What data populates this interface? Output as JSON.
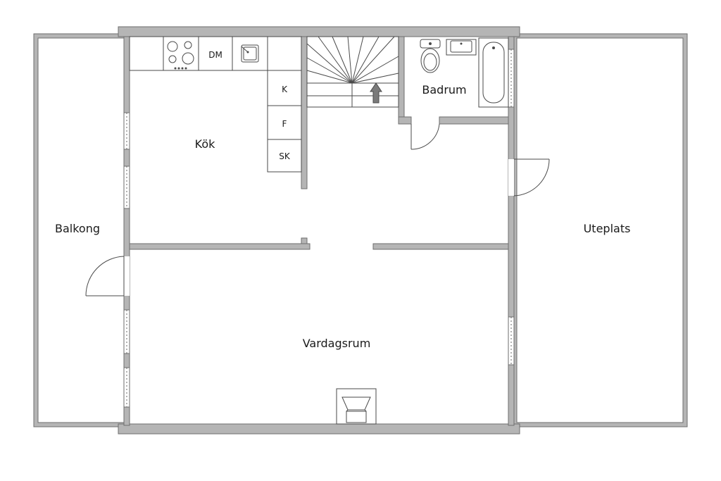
{
  "colors": {
    "wall_fill": "#b5b5b5",
    "wall_stroke": "#6e6e6e",
    "line": "#4a4a4a",
    "background": "#ffffff",
    "arrow": "#7a7a7a"
  },
  "rooms": {
    "kitchen": "Kök",
    "bathroom": "Badrum",
    "balcony": "Balkong",
    "patio": "Uteplats",
    "living_room": "Vardagsrum"
  },
  "fixtures": {
    "dishwasher": "DM",
    "fridge": "K",
    "freezer": "F",
    "cabinet": "SK"
  },
  "icons": {
    "stairs": "staircase-icon",
    "stair_direction": "up-arrow-icon",
    "stove": "stove-icon",
    "kitchen_sink": "sink-icon",
    "toilet": "toilet-icon",
    "bath_sink": "washbasin-icon",
    "bathtub": "bathtub-icon",
    "fireplace": "fireplace-icon"
  }
}
